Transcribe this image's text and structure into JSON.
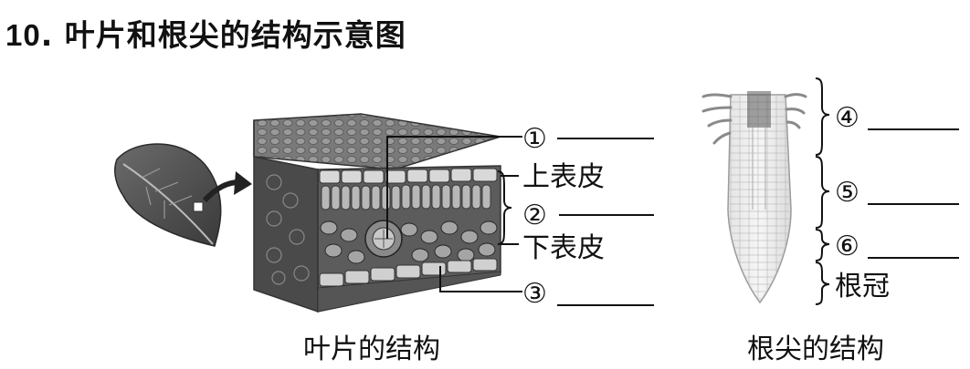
{
  "title": {
    "number": "10",
    "sep": ".",
    "text": "叶片和根尖的结构示意图"
  },
  "leaf": {
    "caption": "叶片的结构",
    "labels": {
      "l1": "①",
      "upper_epidermis": "上表皮",
      "l2": "②",
      "lower_epidermis": "下表皮",
      "l3": "③"
    }
  },
  "root": {
    "caption": "根尖的结构",
    "labels": {
      "l4": "④",
      "l5": "⑤",
      "l6": "⑥",
      "root_cap": "根冠"
    }
  }
}
